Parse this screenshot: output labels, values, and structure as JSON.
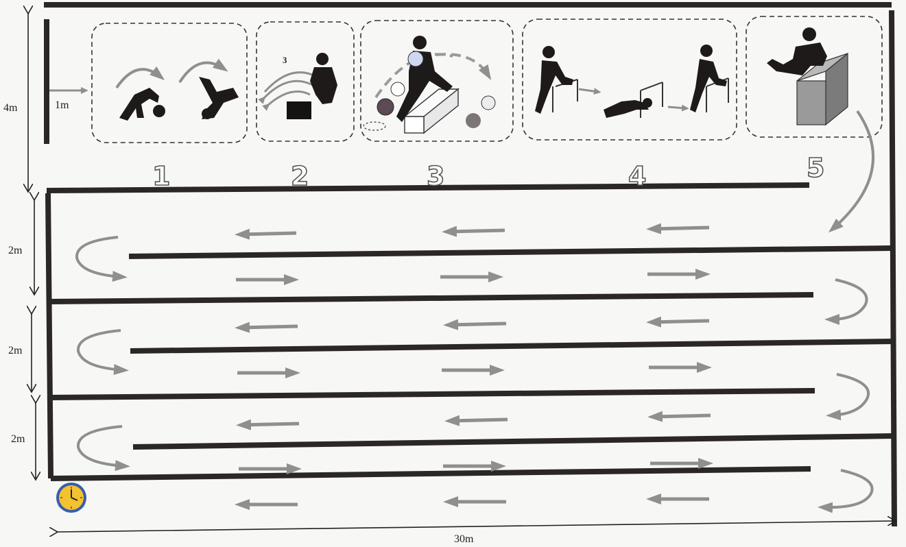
{
  "dimensions": {
    "height_start": "4m",
    "start_offset": "1m",
    "lane_widths": [
      "2m",
      "2m",
      "2m"
    ],
    "course_length": "30m"
  },
  "stations": [
    {
      "number": "1"
    },
    {
      "number": "2",
      "repetitions": "3"
    },
    {
      "number": "3"
    },
    {
      "number": "4"
    },
    {
      "number": "5"
    }
  ],
  "colors": {
    "line": "#2b2727",
    "arrow": "#8f8f8f",
    "dashed_box": "#333333",
    "clock_face": "#f2c230",
    "clock_rim": "#3a5da8"
  }
}
